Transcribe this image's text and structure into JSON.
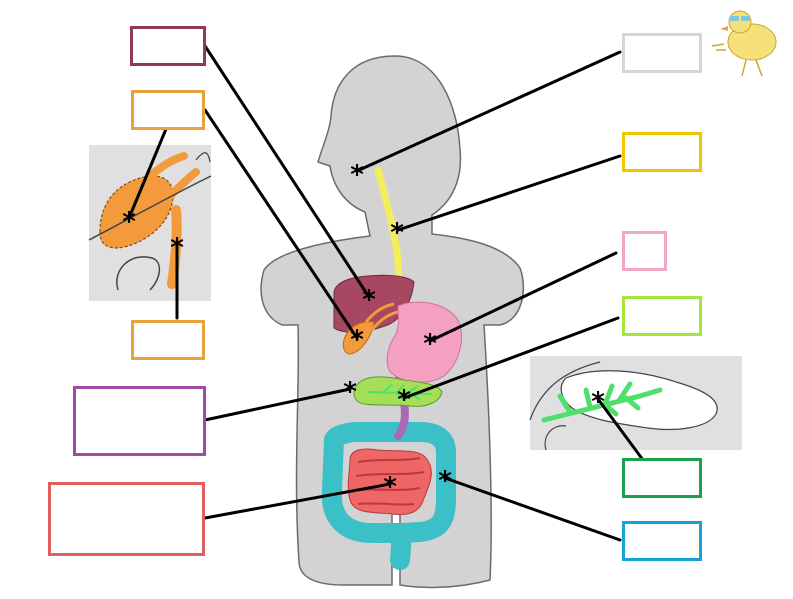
{
  "diagram": {
    "marker_glyph": "*",
    "label_boxes": [
      {
        "id": "box-mouth",
        "color": "#d6d6d6",
        "text": ""
      },
      {
        "id": "box-esophagus",
        "color": "#f2c500",
        "text": ""
      },
      {
        "id": "box-stomach",
        "color": "#f2a6c8",
        "text": ""
      },
      {
        "id": "box-liver",
        "color": "#8e3a5e",
        "text": ""
      },
      {
        "id": "box-gallbladder",
        "color": "#e8a13c",
        "text": ""
      },
      {
        "id": "box-bile-duct",
        "color": "#e8a13c",
        "text": ""
      },
      {
        "id": "box-pancreas",
        "color": "#a6e63c",
        "text": ""
      },
      {
        "id": "box-pancreatic-duct",
        "color": "#1aa34a",
        "text": ""
      },
      {
        "id": "box-duodenum",
        "color": "#a24aa6",
        "text": ""
      },
      {
        "id": "box-small-intestine",
        "color": "#e06060",
        "text": ""
      },
      {
        "id": "box-large-intestine",
        "color": "#1aa0d8",
        "text": ""
      }
    ],
    "colors": {
      "body": "#d3d3d3",
      "body_outline": "#6b6b6b",
      "liver": "#a74862",
      "stomach": "#f4a0c0",
      "gallbladder": "#f29a3c",
      "esophagus": "#f4ee5a",
      "pancreas": "#a6de5a",
      "duodenum": "#a86ab4",
      "small_intestine": "#ee6666",
      "large_intestine": "#3cc0c8",
      "pancreatic_duct": "#4ee06a",
      "leader_line": "#000000"
    }
  }
}
